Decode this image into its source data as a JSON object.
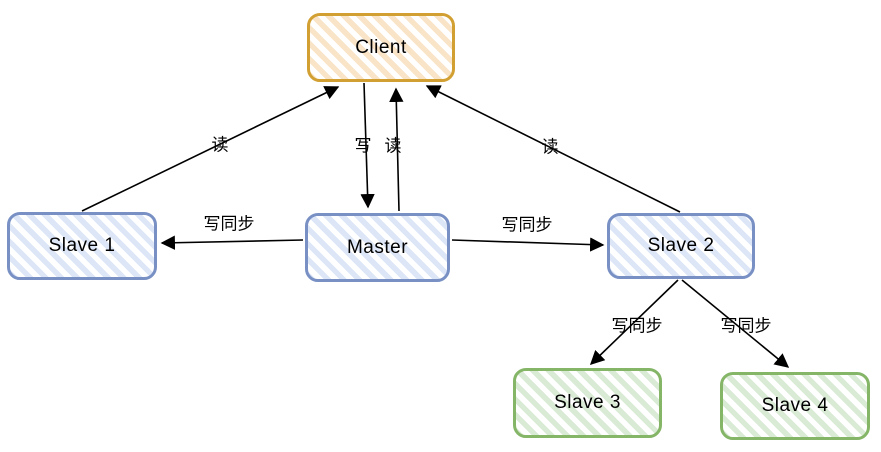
{
  "diagram": {
    "type": "master-slave-replication",
    "nodes": {
      "client": {
        "label": "Client"
      },
      "master": {
        "label": "Master"
      },
      "slave1": {
        "label": "Slave 1"
      },
      "slave2": {
        "label": "Slave 2"
      },
      "slave3": {
        "label": "Slave 3"
      },
      "slave4": {
        "label": "Slave 4"
      }
    },
    "edges": {
      "read_slave1_to_client": {
        "label": "读",
        "from": "slave1",
        "to": "client"
      },
      "write_client_to_master": {
        "label": "写",
        "from": "client",
        "to": "master"
      },
      "read_master_to_client": {
        "label": "读",
        "from": "master",
        "to": "client"
      },
      "read_slave2_to_client": {
        "label": "读",
        "from": "slave2",
        "to": "client"
      },
      "sync_master_to_slave1": {
        "label": "写同步",
        "from": "master",
        "to": "slave1"
      },
      "sync_master_to_slave2": {
        "label": "写同步",
        "from": "master",
        "to": "slave2"
      },
      "sync_slave2_to_slave3": {
        "label": "写同步",
        "from": "slave2",
        "to": "slave3"
      },
      "sync_slave2_to_slave4": {
        "label": "写同步",
        "from": "slave2",
        "to": "slave4"
      }
    },
    "colors": {
      "client_border": "#d2a032",
      "client_stripe": "#f9e4c8",
      "blue_border": "#7890c4",
      "blue_stripe": "#dce6f7",
      "green_border": "#85b567",
      "green_stripe": "#d9ead5",
      "edge_line": "#000000"
    }
  }
}
